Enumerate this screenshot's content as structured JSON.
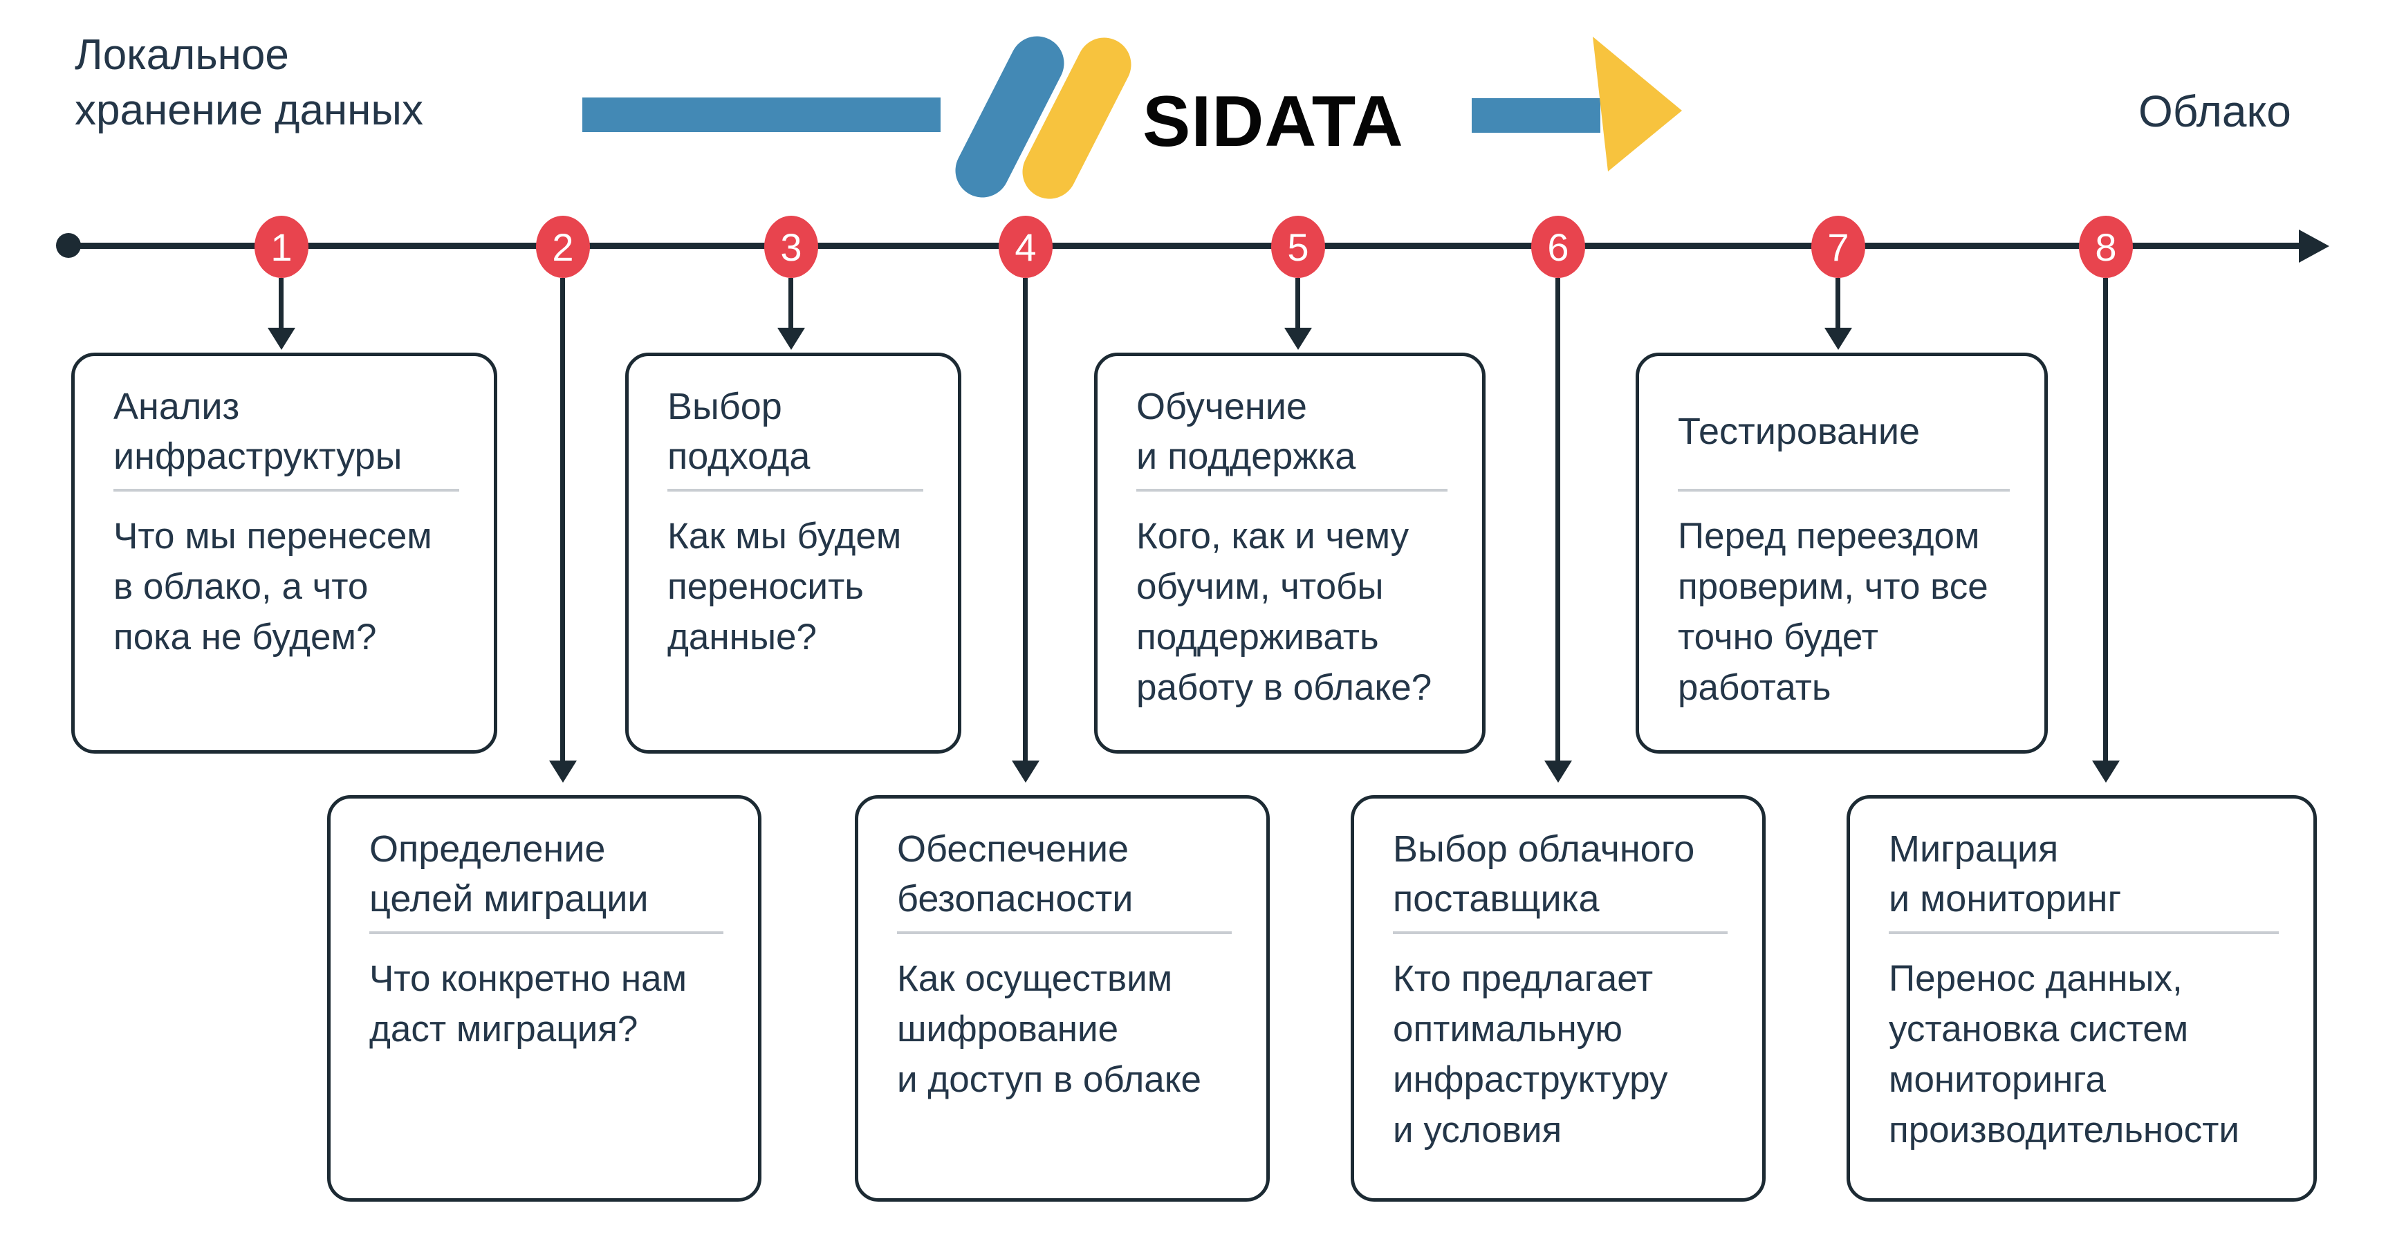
{
  "header": {
    "left_label": "Локальное\nхранение данных",
    "right_label": "Облако",
    "logo_text": "SIDATA"
  },
  "colors": {
    "accent_red": "#E8444E",
    "brand_blue": "#4389B5",
    "brand_yellow": "#F7C33E",
    "ink_text": "#243648",
    "line_dark": "#1C2A33",
    "divider_gray": "#C9CDD2"
  },
  "timeline": {
    "steps": [
      {
        "number": "1",
        "title": "Анализ\nинфраструктуры",
        "body": "Что мы перенесем\nв облако, а что\nпока не будем?"
      },
      {
        "number": "2",
        "title": "Определение\nцелей миграции",
        "body": "Что конкретно нам\nдаст миграция?"
      },
      {
        "number": "3",
        "title": "Выбор\nподхода",
        "body": "Как мы будем\nпереносить\nданные?"
      },
      {
        "number": "4",
        "title": "Обеспечение\nбезопасности",
        "body": "Как осуществим\nшифрование\nи доступ в облаке"
      },
      {
        "number": "5",
        "title": "Обучение\nи поддержка",
        "body": "Кого, как и чему\nобучим, чтобы\nподдерживать\nработу в облаке?"
      },
      {
        "number": "6",
        "title": "Выбор облачного\nпоставщика",
        "body": "Кто предлагает\nоптимальную\nинфраструктуру\nи условия"
      },
      {
        "number": "7",
        "title": "Тестирование",
        "body": "Перед переездом\nпроверим, что все\nточно будет\nработать"
      },
      {
        "number": "8",
        "title": "Миграция\nи мониторинг",
        "body": "Перенос данных,\nустановка систем\nмониторинга\nпроизводительности"
      }
    ]
  }
}
